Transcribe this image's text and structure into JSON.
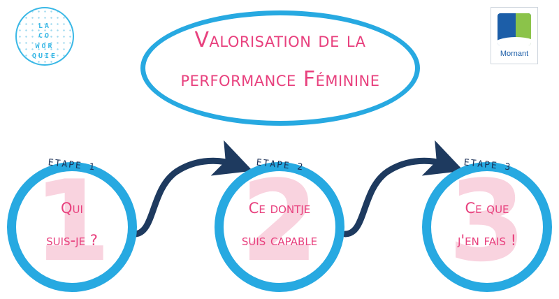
{
  "logos": {
    "left": {
      "lines": [
        "LA",
        "CO",
        "WOR",
        "QUIE"
      ]
    },
    "right": {
      "city": "Mornant"
    }
  },
  "title": {
    "line1": "Valorisation de la",
    "line2": "performance Féminine"
  },
  "steps": [
    {
      "label": "ETAPE 1",
      "number": "1",
      "line1": "Qui",
      "line2": "suis-je ?"
    },
    {
      "label": "ETAPE 2",
      "number": "2",
      "line1": "Ce dontje",
      "line2": "suis capable"
    },
    {
      "label": "ETAPE 3",
      "number": "3",
      "line1": "Ce que",
      "line2": "j'en fais !"
    }
  ],
  "colors": {
    "circle_border": "#27a9e1",
    "title_text": "#e8417e",
    "number_fill": "#f9d3df",
    "arrow": "#1e3a5f",
    "label_text": "#1a2f55"
  }
}
